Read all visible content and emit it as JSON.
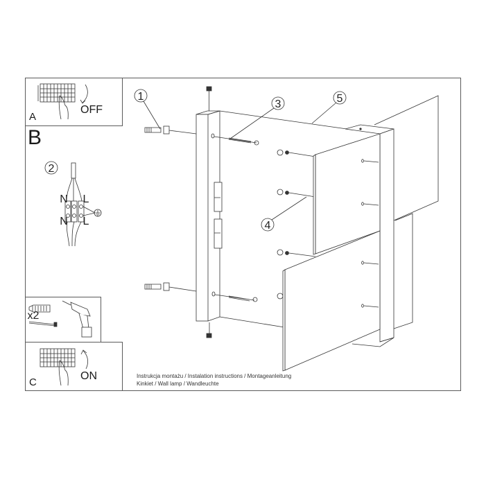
{
  "document": {
    "type": "assembly-instructions",
    "caption": {
      "line1": "Instrukcja montażu / Instalation instructions / Montageanleitung",
      "line2": "Kinkiet / Wall lamp / Wandleuchte"
    }
  },
  "steps": {
    "a": {
      "label": "A",
      "action": "OFF",
      "icon": "circuit-breaker-switch-off-icon"
    },
    "b": {
      "label": "B",
      "part_number": "2",
      "wiring": {
        "terminal_left": "N",
        "terminal_right": "L",
        "ground_symbol": "earth-ground-icon"
      }
    },
    "tools": {
      "quantity": "x2",
      "items": [
        "wall-plug-icon",
        "screw-icon",
        "cordless-drill-icon"
      ]
    },
    "c": {
      "label": "C",
      "action": "ON",
      "icon": "circuit-breaker-switch-on-icon"
    }
  },
  "callouts": [
    {
      "number": "1",
      "part": "wall plug with screw"
    },
    {
      "number": "2",
      "part": "terminal block wiring"
    },
    {
      "number": "3",
      "part": "long mounting screw"
    },
    {
      "number": "4",
      "part": "nuts and washers"
    },
    {
      "number": "5",
      "part": "lamp housing panels"
    }
  ]
}
